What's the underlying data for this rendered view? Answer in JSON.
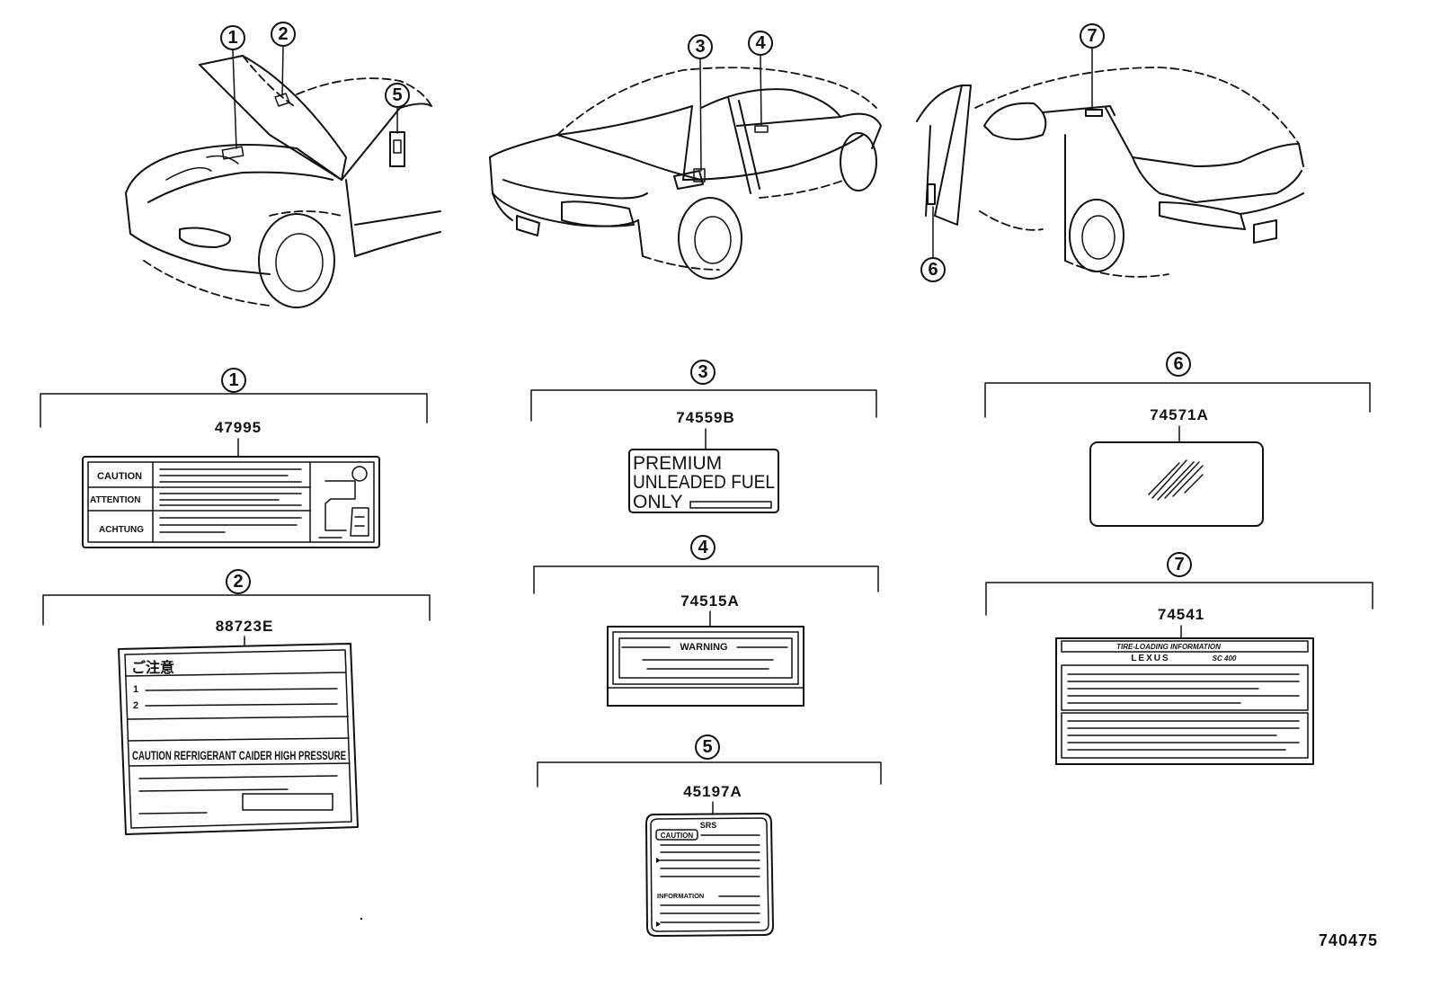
{
  "callouts": [
    "1",
    "2",
    "3",
    "4",
    "5",
    "6",
    "7"
  ],
  "parts": {
    "p1": {
      "number": "47995",
      "rows": [
        "CAUTION",
        "ATTENTION",
        "ACHTUNG"
      ]
    },
    "p2": {
      "number": "88723E",
      "title": "ご注意",
      "items": [
        "1",
        "2"
      ],
      "caution": "CAUTION REFRIGERANT CAIDER HIGH PRESSURE"
    },
    "p3": {
      "number": "74559B",
      "lines": [
        "PREMIUM",
        "UNLEADED FUEL",
        "ONLY"
      ]
    },
    "p4": {
      "number": "74515A",
      "header": "WARNING"
    },
    "p5": {
      "number": "45197A",
      "title": "SRS",
      "caution": "CAUTION",
      "info": "INFORMATION"
    },
    "p6": {
      "number": "74571A"
    },
    "p7": {
      "number": "74541",
      "title": "TIRE-LOADING INFORMATION",
      "brand": "LEXUS",
      "model": "SC 400"
    }
  },
  "reference": "740475"
}
